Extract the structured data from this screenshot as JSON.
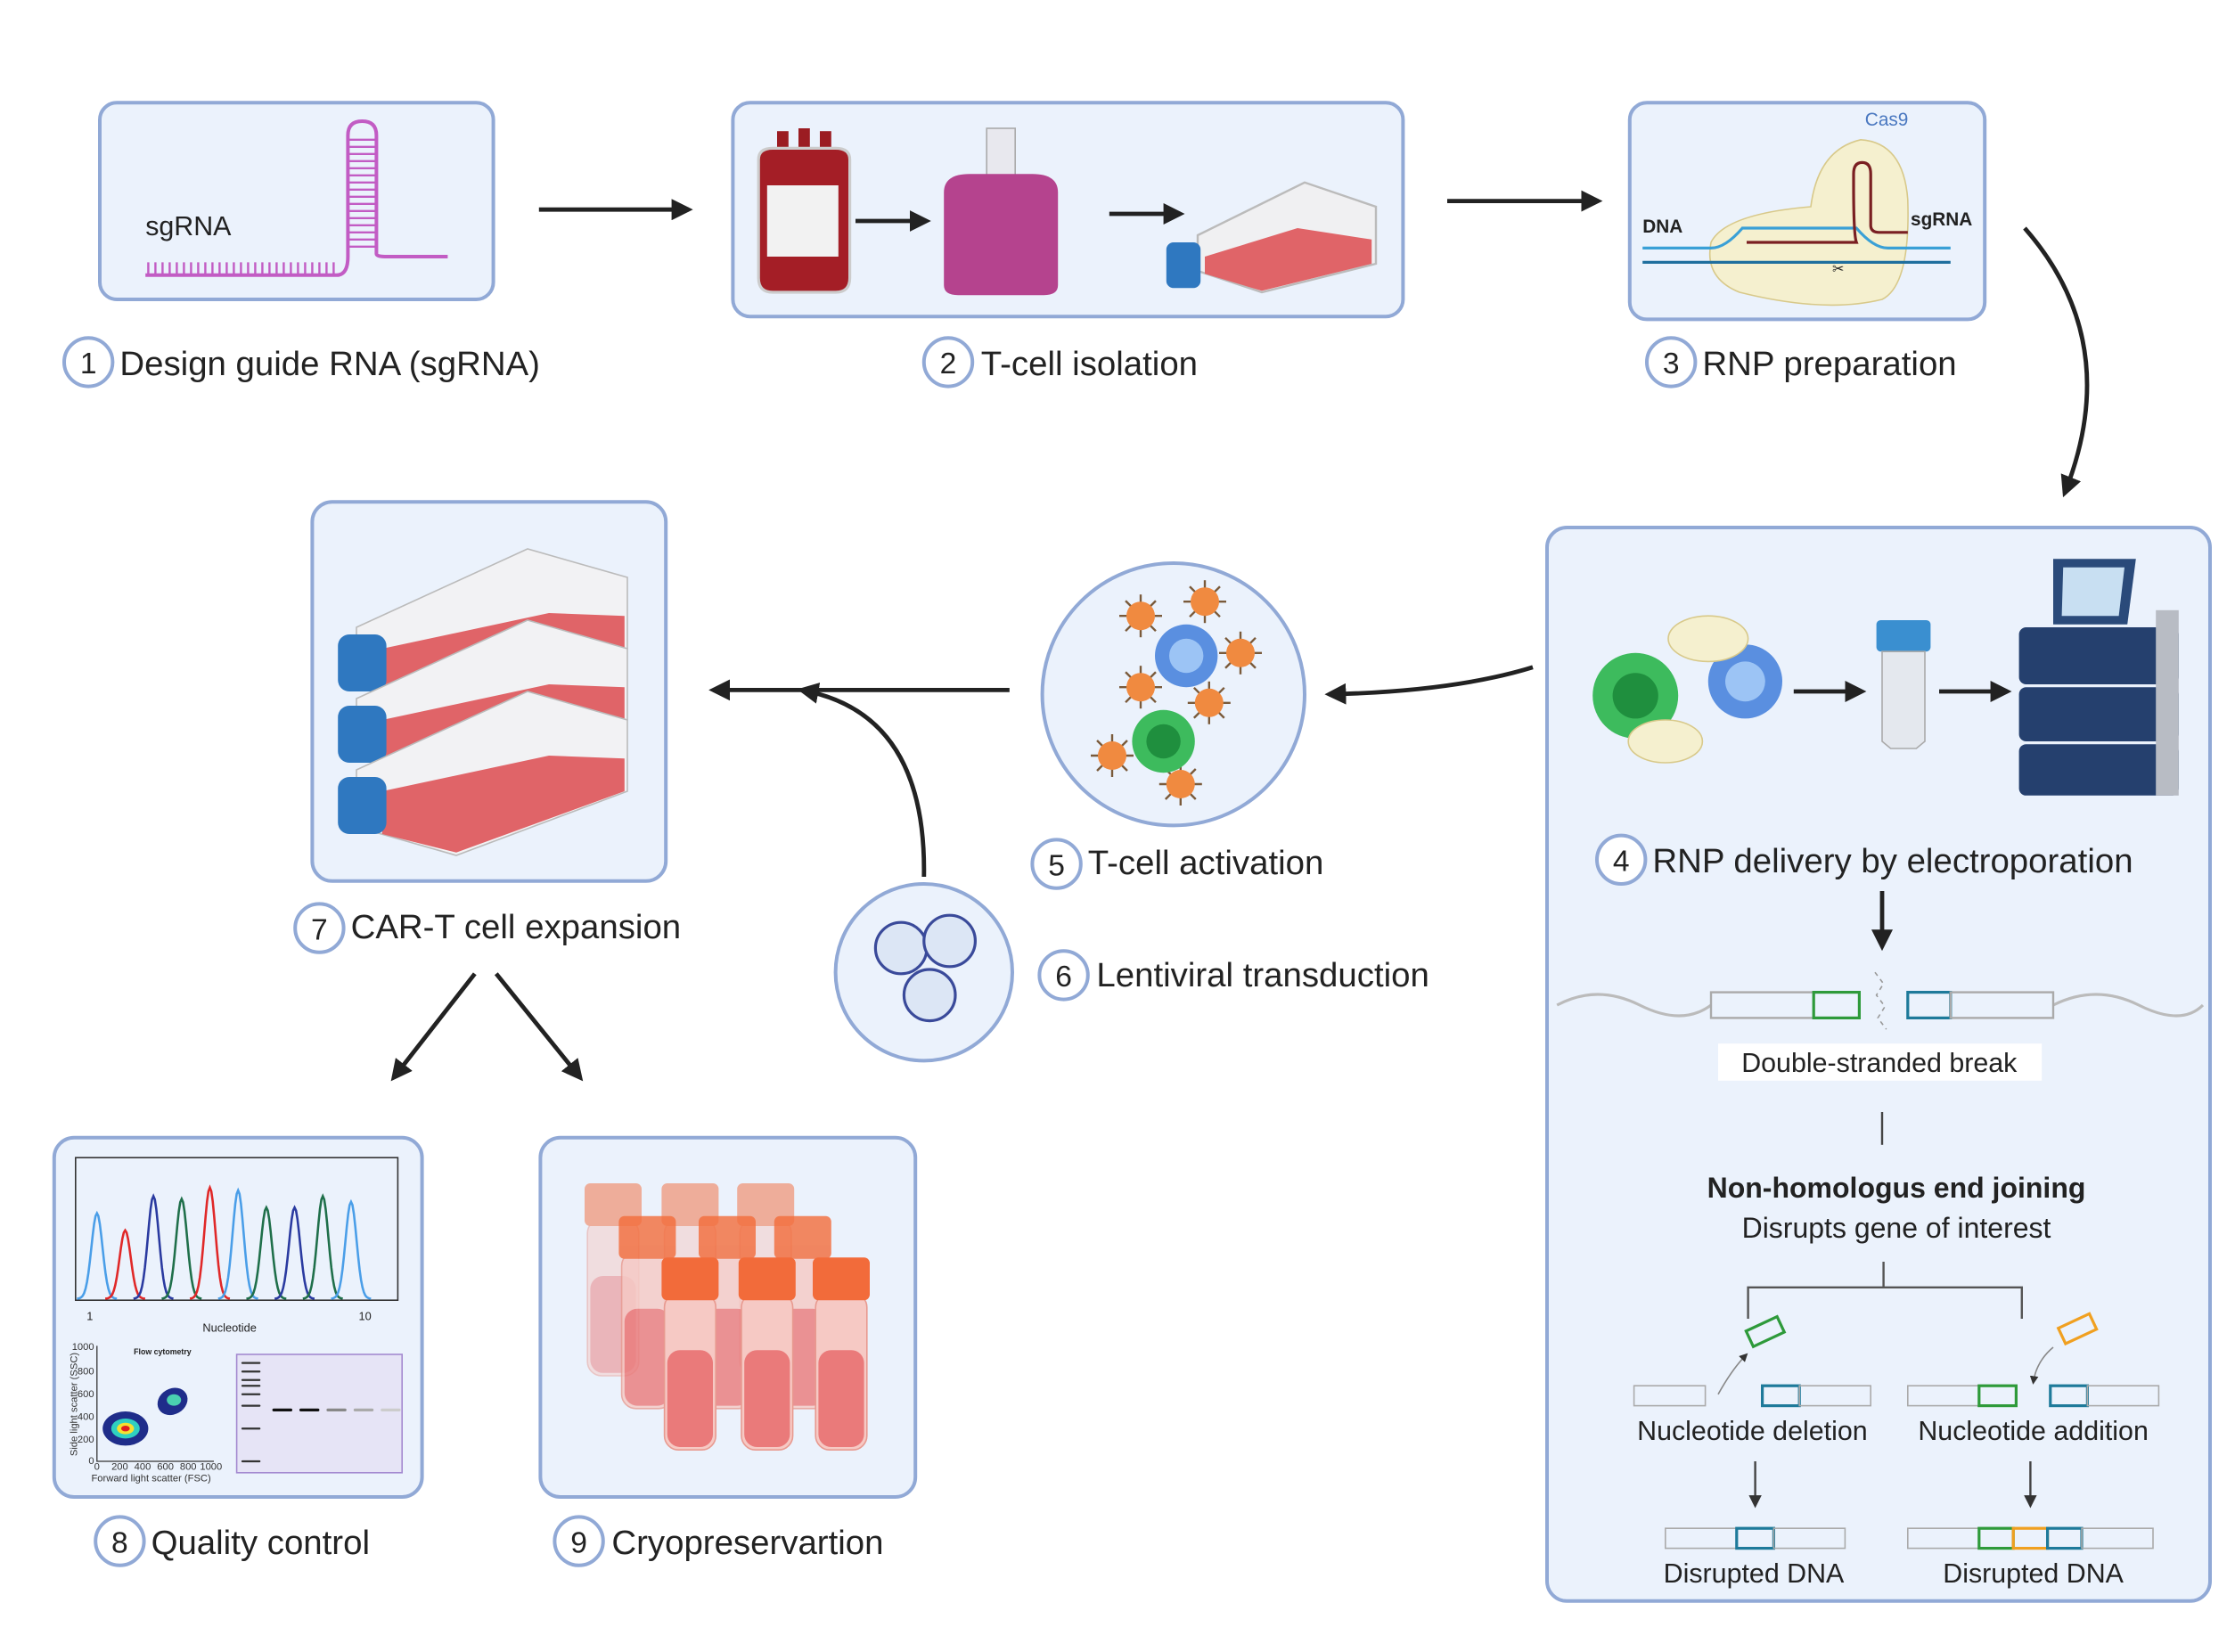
{
  "steps": [
    {
      "number": "1",
      "label": "Design guide RNA (sgRNA)"
    },
    {
      "number": "2",
      "label": "T-cell isolation"
    },
    {
      "number": "3",
      "label": "RNP preparation"
    },
    {
      "number": "4",
      "label": "RNP delivery by electroporation"
    },
    {
      "number": "5",
      "label": "T-cell activation"
    },
    {
      "number": "6",
      "label": "Lentiviral transduction"
    },
    {
      "number": "7",
      "label": "CAR-T cell expansion"
    },
    {
      "number": "8",
      "label": "Quality control"
    },
    {
      "number": "9",
      "label": "Cryopreservartion"
    }
  ],
  "step1_panel": {
    "sgrna_label": "sgRNA"
  },
  "step3_panel": {
    "cas9_label": "Cas9",
    "dna_label": "DNA",
    "sgrna_label": "sgRNA"
  },
  "step4_panel": {
    "break_label": "Double-stranded break",
    "nhej_title": "Non-homologus end joining",
    "nhej_subtitle": "Disrupts gene of interest",
    "deletion_label": "Nucleotide deletion",
    "addition_label": "Nucleotide addition",
    "disrupted_left": "Disrupted DNA",
    "disrupted_right": "Disrupted DNA"
  },
  "qc_panel": {
    "chromatogram_xlabel": "Nucleotide",
    "chromatogram_ticks": [
      "1",
      "10"
    ],
    "flow_title": "Flow cytometry",
    "flow_ylabel": "Side light scatter (SSC)",
    "flow_xlabel": "Forward light scatter (FSC)",
    "flow_yticks": [
      "0",
      "200",
      "400",
      "600",
      "800",
      "1000"
    ],
    "flow_xticks": [
      "0",
      "200",
      "400",
      "600",
      "800",
      "1000"
    ]
  },
  "colors": {
    "panel_fill": "#ebf2fc",
    "panel_border": "#91a9d6",
    "sgrna": "#c25cc4",
    "dna": "#3aa0d6",
    "cas9": "#f5f0cf",
    "flask_media": "#e06468",
    "cap_blue": "#2f78c0",
    "cryo_orange": "#f26b3a"
  }
}
